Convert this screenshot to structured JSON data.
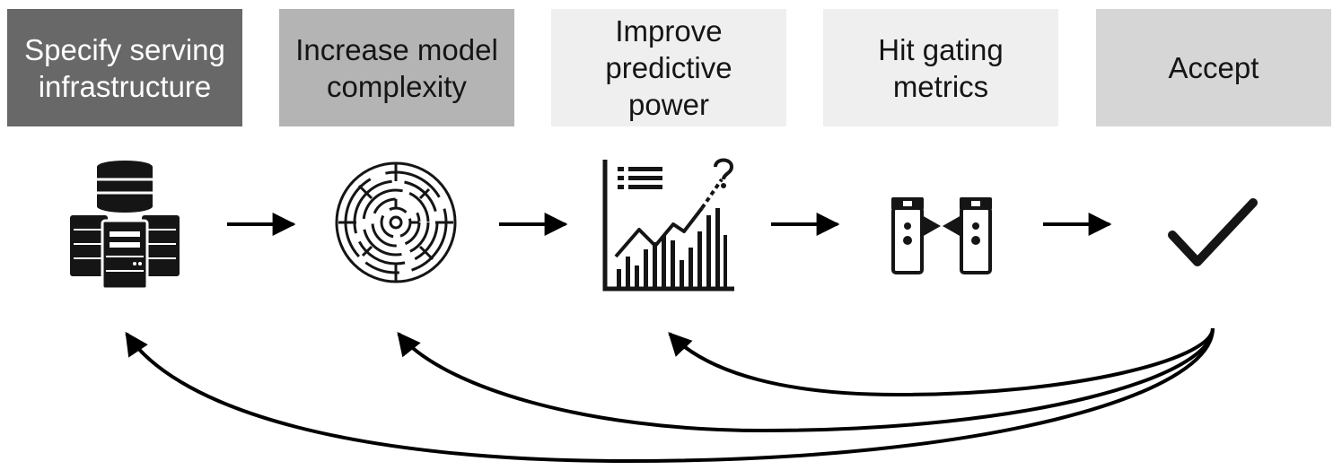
{
  "steps": [
    {
      "label": "Specify serving\ninfrastructure",
      "icon": "server-database-icon"
    },
    {
      "label": "Increase model\ncomplexity",
      "icon": "maze-icon"
    },
    {
      "label": "Improve\npredictive\npower",
      "icon": "growth-chart-icon"
    },
    {
      "label": "Hit gating\nmetrics",
      "icon": "turnstile-gate-icon"
    },
    {
      "label": "Accept",
      "icon": "checkmark-icon"
    }
  ],
  "colors": {
    "box_dark": "#686868",
    "box_mid": "#b4b4b4",
    "box_light": "#efefef",
    "box_accept": "#d6d6d6",
    "ink": "#151515"
  }
}
